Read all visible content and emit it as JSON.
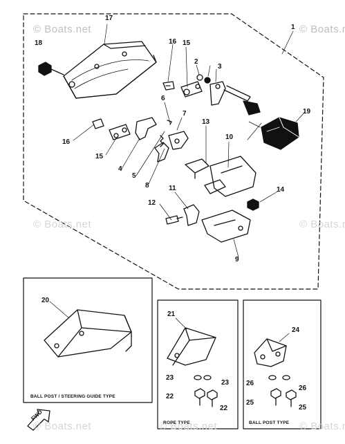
{
  "watermarks": [
    "© Boats.net",
    "© Boats.net",
    "© Boats.net",
    "© Boats.net",
    "© Boats.net",
    "© Boats.net",
    "© Boats.net"
  ],
  "callouts": [
    "1",
    "2",
    "3",
    "4",
    "5",
    "6",
    "7",
    "8",
    "9",
    "10",
    "11",
    "12",
    "13",
    "14",
    "15",
    "15",
    "16",
    "16",
    "17",
    "18",
    "19",
    "20",
    "21",
    "22",
    "22",
    "23",
    "23",
    "24",
    "25",
    "25",
    "26",
    "26"
  ],
  "captions": {
    "ball_post_steering": "BALL POST / STEERING GUIDE TYPE",
    "rope": "ROPE TYPE",
    "ball_post": "BALL POST TYPE"
  },
  "fwd_label": "FWD"
}
